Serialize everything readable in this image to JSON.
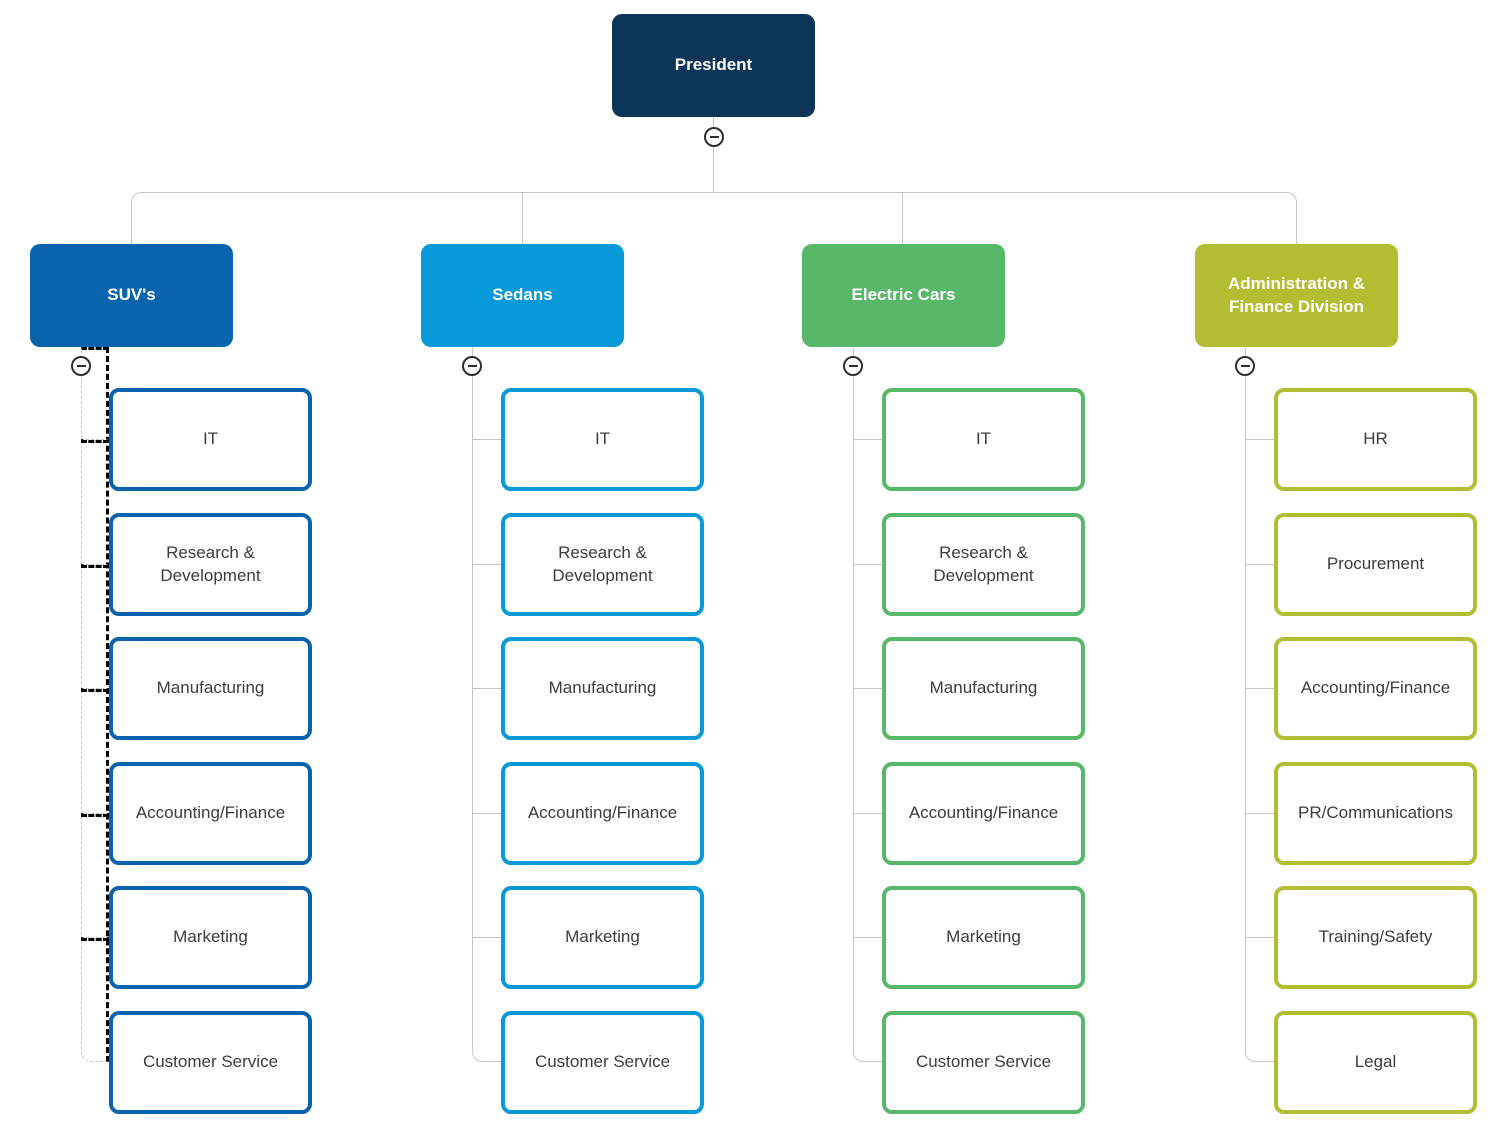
{
  "chart": {
    "type": "org-chart",
    "connector_color": "#c6c6c6",
    "icons": {
      "collapse": "minus-circle"
    },
    "root": {
      "label": "President",
      "color": "#0c3557"
    },
    "divisions": [
      {
        "label": "SUV's",
        "color": "#0a64ad",
        "connector_style": "dashed",
        "children": [
          "IT",
          "Research & Development",
          "Manufacturing",
          "Accounting/Finance",
          "Marketing",
          "Customer Service"
        ]
      },
      {
        "label": "Sedans",
        "color": "#0899d8",
        "connector_style": "solid",
        "children": [
          "IT",
          "Research & Development",
          "Manufacturing",
          "Accounting/Finance",
          "Marketing",
          "Customer Service"
        ]
      },
      {
        "label": "Electric Cars",
        "color": "#58b768",
        "connector_style": "solid",
        "children": [
          "IT",
          "Research & Development",
          "Manufacturing",
          "Accounting/Finance",
          "Marketing",
          "Customer Service"
        ]
      },
      {
        "label": "Administration & Finance Division",
        "color": "#b2bd32",
        "connector_style": "solid",
        "children": [
          "HR",
          "Procurement",
          "Accounting/Finance",
          "PR/Communications",
          "Training/Safety",
          "Legal"
        ]
      }
    ]
  }
}
